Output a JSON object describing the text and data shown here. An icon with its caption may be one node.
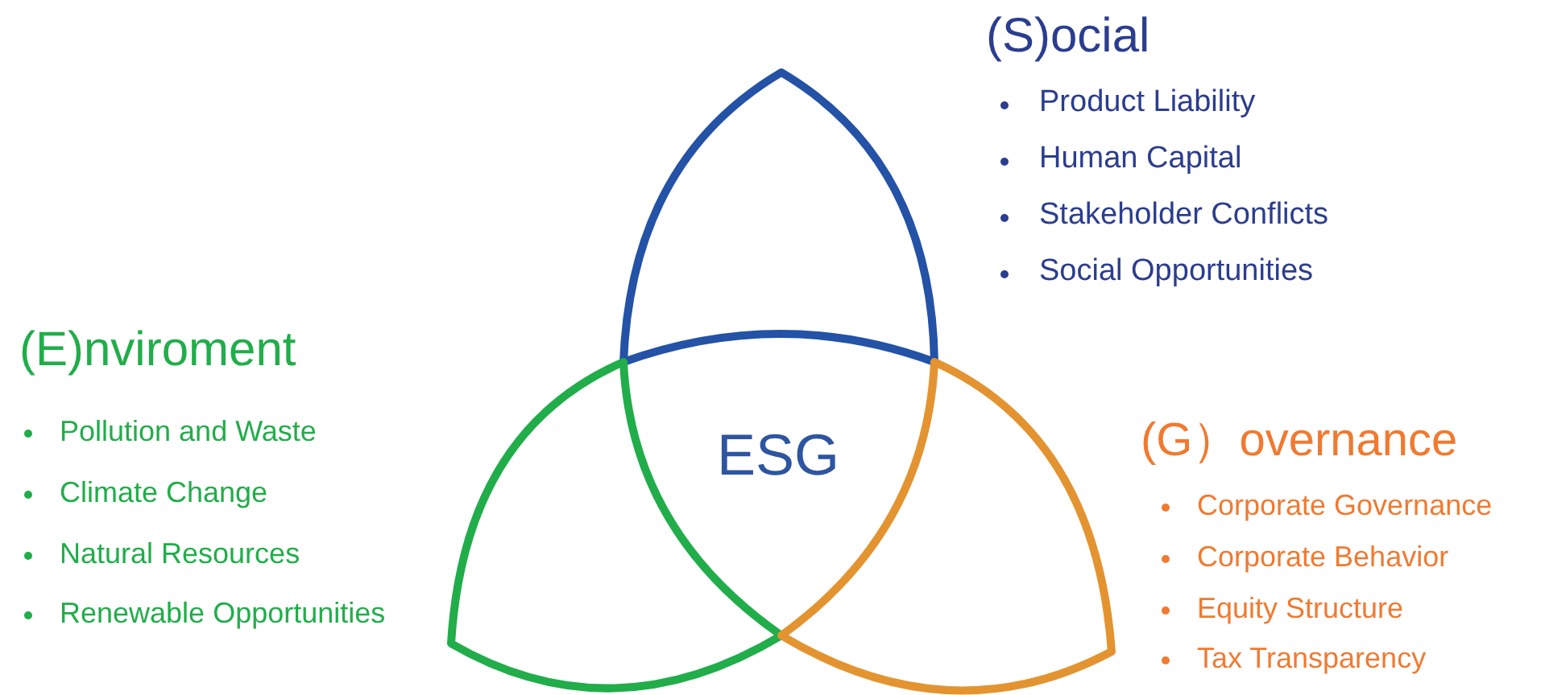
{
  "diagram": {
    "nodes": [
      {
        "text": [
          "(S)ocial",
          "Product Liability",
          "Human Capital",
          "Stakeholder Conflicts",
          "Social Opportunities"
        ]
      },
      {
        "text": [
          "(E)nviroment",
          "Pollution and Waste",
          "Climate Change",
          "Natural Resources",
          "Renewable Opportunities"
        ]
      },
      {
        "text": [
          "(G）overnance",
          "Corporate Governance",
          "Corporate Behavior",
          "Equity Structure",
          "Tax Transparency"
        ]
      }
    ],
    "labels": [
      "ESG"
    ]
  }
}
